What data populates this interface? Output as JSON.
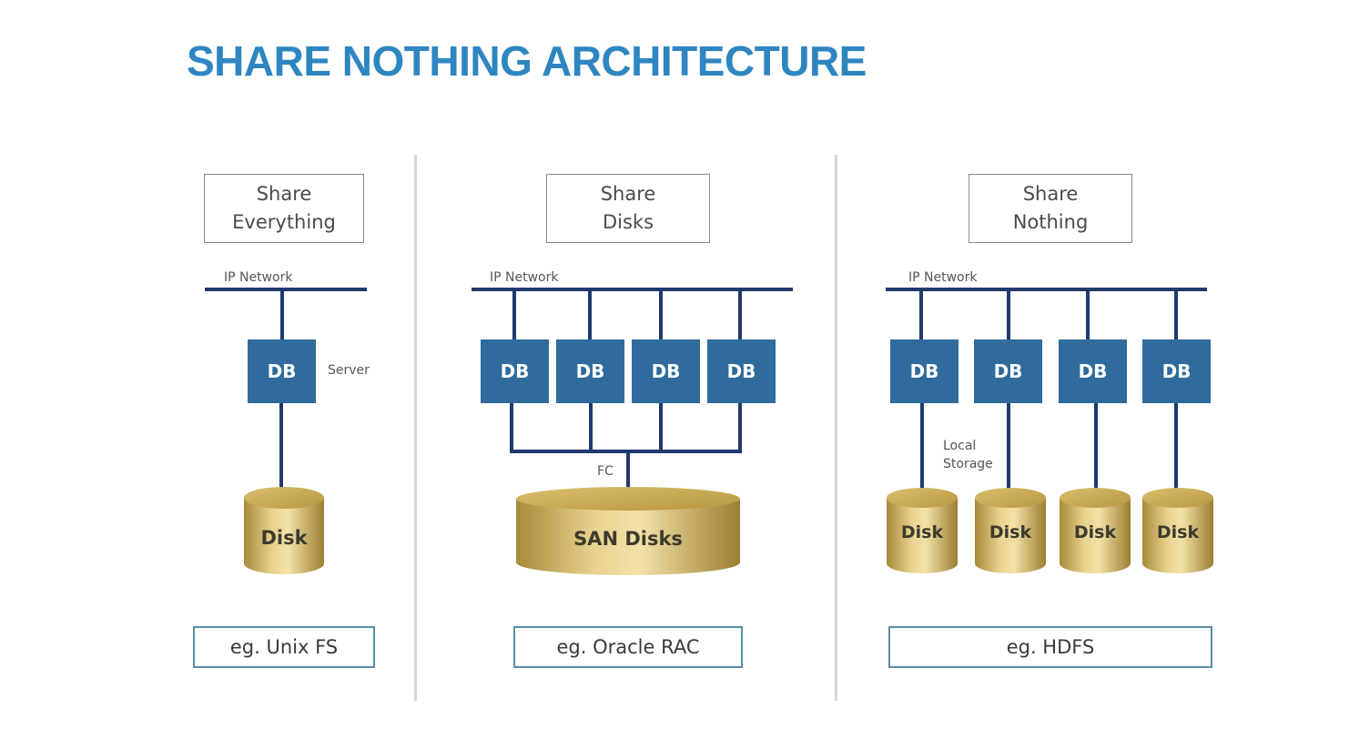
{
  "title": "SHARE NOTHING ARCHITECTURE",
  "colors": {
    "title": "#2e86c1",
    "db": "#2f6b9c",
    "network": "#1f3a6e",
    "disk": "#c9a84c"
  },
  "panels": [
    {
      "category": [
        "Share",
        "Everything"
      ],
      "network_label": "IP Network",
      "db_label": "DB",
      "server_label": "Server",
      "disk_label": "Disk",
      "example": "eg. Unix FS"
    },
    {
      "category": [
        "Share",
        "Disks"
      ],
      "network_label": "IP Network",
      "db_labels": [
        "DB",
        "DB",
        "DB",
        "DB"
      ],
      "fc_label": "FC",
      "disk_label": "SAN Disks",
      "example": "eg. Oracle RAC"
    },
    {
      "category": [
        "Share",
        "Nothing"
      ],
      "network_label": "IP Network",
      "db_labels": [
        "DB",
        "DB",
        "DB",
        "DB"
      ],
      "storage_label": [
        "Local",
        "Storage"
      ],
      "disk_labels": [
        "Disk",
        "Disk",
        "Disk",
        "Disk"
      ],
      "example": "eg. HDFS"
    }
  ]
}
